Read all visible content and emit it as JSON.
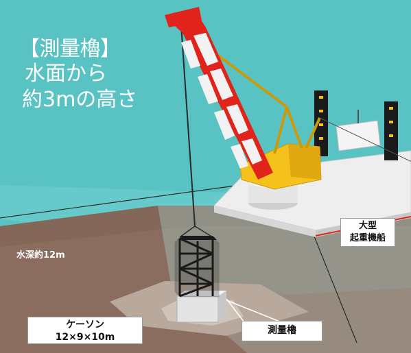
{
  "heading": {
    "tower": "【測量櫓】",
    "line1": "水面から",
    "line2": "約3mの高さ"
  },
  "depth_label": "水深約12m",
  "crane_ship_label": {
    "line1": "大型",
    "line2": "起重機船"
  },
  "caisson_label": {
    "line1": "ケーソン",
    "line2": "12×9×10m"
  },
  "tower_label": "測量櫓",
  "colors": {
    "sea": "#59c3c3",
    "seabed": "#8a6d5e",
    "crane_red": "#e0241b",
    "crane_white": "#f2f2f2",
    "crane_yellow": "#f4c21b",
    "barge": "#eeeeee",
    "barge_edge": "#e0241b",
    "tower_frame": "#1a1a1a",
    "caisson": "#e4e4e4",
    "mound": "#b9a99c"
  }
}
